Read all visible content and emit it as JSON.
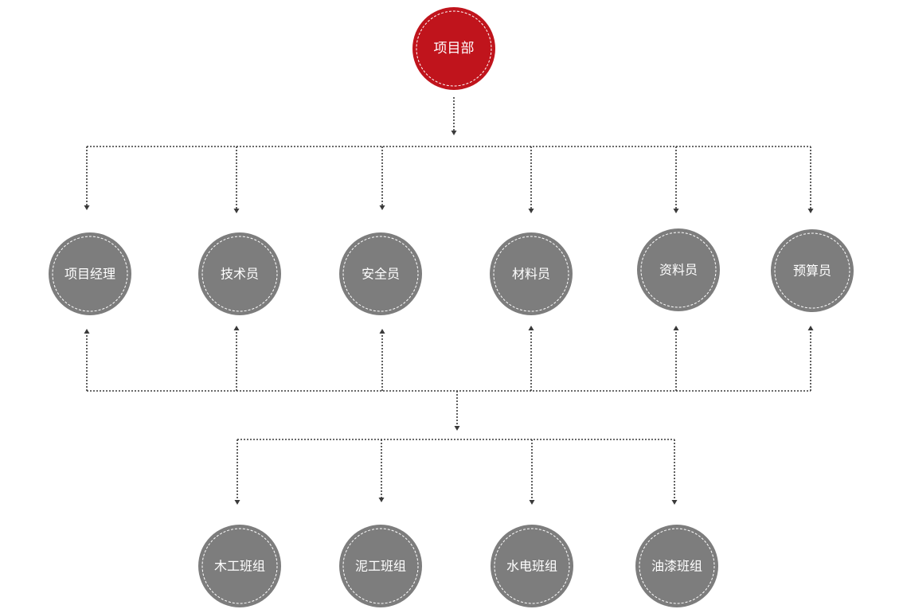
{
  "colors": {
    "root_fill": "#c0141c",
    "node_fill": "#7d7d7d",
    "ring": "#ffffff",
    "connector": "#3a3a3a",
    "background": "#ffffff"
  },
  "root": {
    "label": "项目部"
  },
  "staff": [
    {
      "label": "项目经理"
    },
    {
      "label": "技术员"
    },
    {
      "label": "安全员"
    },
    {
      "label": "材料员"
    },
    {
      "label": "资料员"
    },
    {
      "label": "预算员"
    }
  ],
  "teams": [
    {
      "label": "木工班组"
    },
    {
      "label": "泥工班组"
    },
    {
      "label": "水电班组"
    },
    {
      "label": "油漆班组"
    }
  ]
}
